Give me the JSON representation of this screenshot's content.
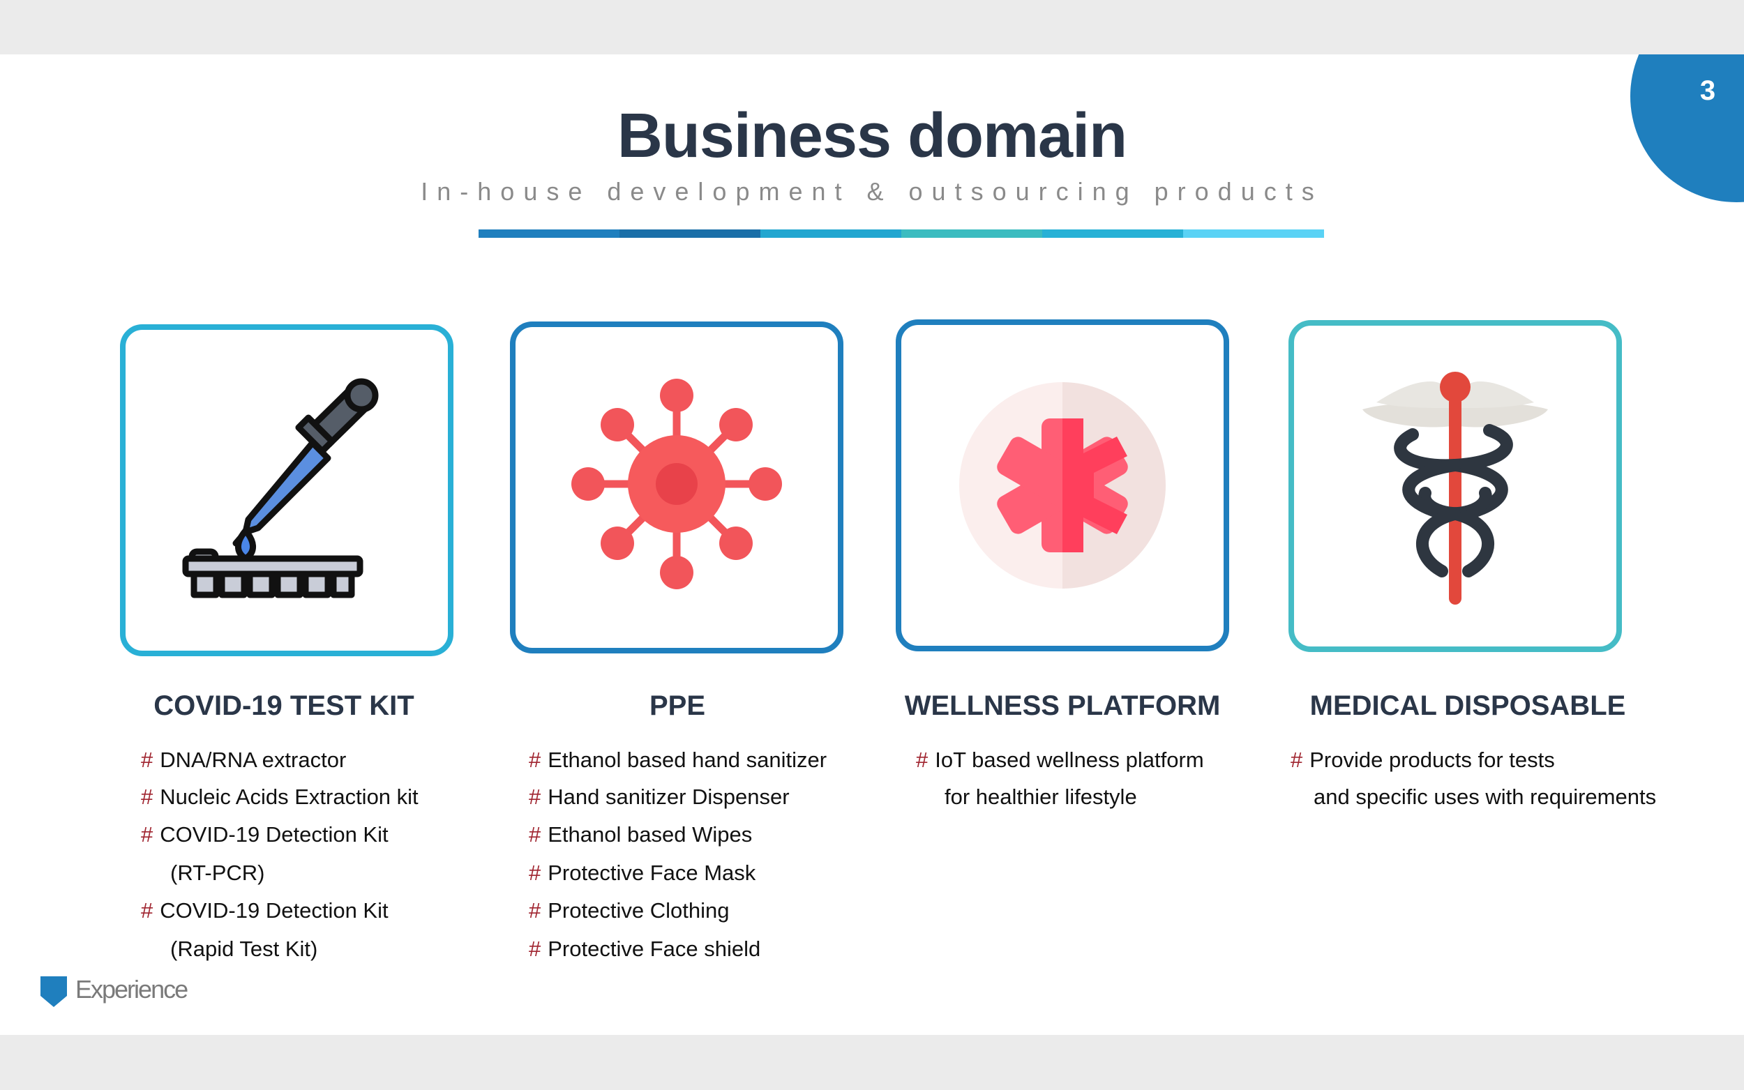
{
  "slide": {
    "page_number": "3",
    "title": "Business domain",
    "subtitle": "In-house development & outsourcing products",
    "rule_colors": [
      "#1f7fbe",
      "#1a6fa8",
      "#22a6d0",
      "#3bbcc0",
      "#27b1d6",
      "#5ad2f5"
    ],
    "accent_color": "#1f7fbe",
    "bullet_color": "#a02530"
  },
  "categories": [
    {
      "title": "COVID-19 TEST KIT",
      "icon": "dropper-icon",
      "border_color": "#29b0d6",
      "items": [
        {
          "bullet": "#",
          "text": "DNA/RNA extractor"
        },
        {
          "bullet": "#",
          "text": "Nucleic Acids Extraction kit"
        },
        {
          "bullet": "#",
          "text": "COVID-19 Detection Kit"
        },
        {
          "bullet": "",
          "text": "(RT-PCR)"
        },
        {
          "bullet": "#",
          "text": "COVID-19 Detection Kit"
        },
        {
          "bullet": "",
          "text": "(Rapid Test Kit)"
        }
      ]
    },
    {
      "title": "PPE",
      "icon": "virus-icon",
      "border_color": "#1f7fbe",
      "items": [
        {
          "bullet": "#",
          "text": "Ethanol based hand sanitizer"
        },
        {
          "bullet": "#",
          "text": "Hand sanitizer Dispenser"
        },
        {
          "bullet": "#",
          "text": "Ethanol based Wipes"
        },
        {
          "bullet": "#",
          "text": "Protective Face Mask"
        },
        {
          "bullet": "#",
          "text": "Protective Clothing"
        },
        {
          "bullet": "#",
          "text": "Protective Face shield"
        }
      ]
    },
    {
      "title": "WELLNESS PLATFORM",
      "icon": "medical-star-icon",
      "border_color": "#1f7fbe",
      "items": [
        {
          "bullet": "#",
          "text": "IoT based wellness platform"
        },
        {
          "bullet": "",
          "text": "for healthier lifestyle"
        }
      ]
    },
    {
      "title": "MEDICAL DISPOSABLE",
      "icon": "caduceus-icon",
      "border_color": "#45bcc6",
      "items": [
        {
          "bullet": "#",
          "text": "Provide products for tests"
        },
        {
          "bullet": "",
          "text": "and specific uses with requirements"
        }
      ]
    }
  ],
  "footer": {
    "logo_text": "Experience",
    "logo_icon": "shield-logo-icon"
  }
}
